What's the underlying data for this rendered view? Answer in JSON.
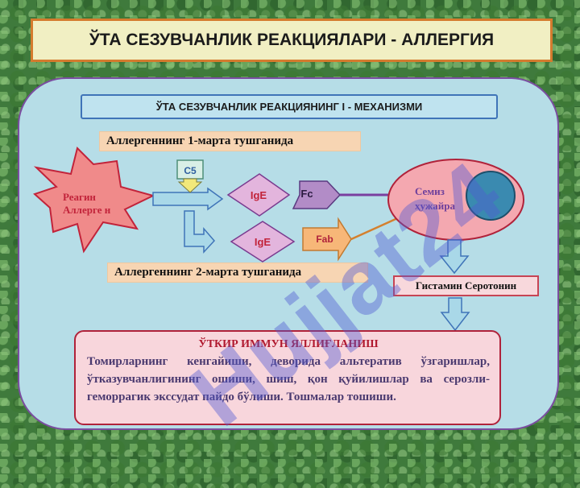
{
  "title": "ЎТА СЕЗУВЧАНЛИК РЕАКЦИЯЛАРИ - АЛЛЕРГИЯ",
  "mechanism_header": "ЎТА  СЕЗУВЧАНЛИК  РЕАКЦИЯНИНГ  I - МЕХАНИЗМИ",
  "first_exposure": "Аллергеннинг 1-марта тушганида",
  "second_exposure": "Аллергеннинг 2-марта тушганида",
  "reagin_label": "Реагин Аллерге н",
  "c5": "С5",
  "ige_top": "IgE",
  "ige_bottom": "IgE",
  "fc": "Fc",
  "fab": "Fab",
  "mast_cell": "Семиз ҳужайра",
  "mediators": "Гистамин Серотонин",
  "outcome": {
    "title": "ЎТКИР ИММУН ЯЛЛИҒЛАНИШ",
    "body": "Томирларнинг кенгайиши, деворида альтератив ўзгаришлар, ўтказувчанлигининг ошиши, шиш, қон қуйилишлар ва серозли-геморрагик экссудат пайдо бўлиши. Тошмалар тошиши."
  },
  "watermark": "Hujjat24",
  "colors": {
    "title_border": "#d47b2e",
    "panel_border": "#7a4da0",
    "star_fill": "#f08a8a",
    "arrow_fill": "#a9d8e8",
    "ige_fill": "#e3b5dd",
    "fc_fill": "#b28cc7",
    "fab_fill": "#f7b778",
    "cell_fill": "#f4a8b0",
    "nucleus_fill": "#3a8ab0",
    "outcome_title": "#b0182e"
  }
}
